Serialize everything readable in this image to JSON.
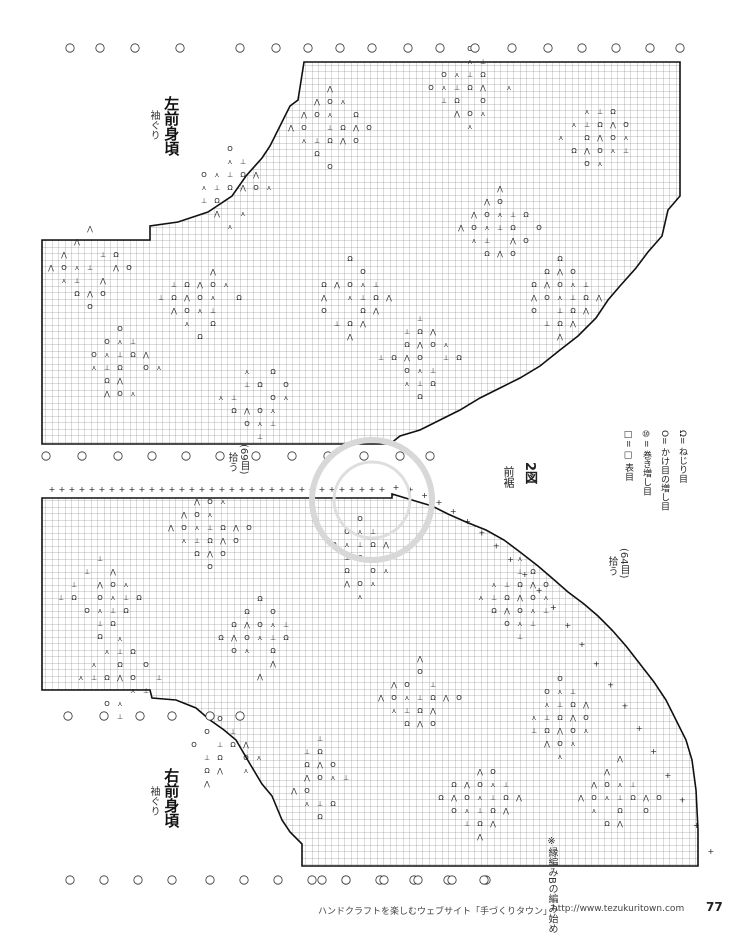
{
  "figure": {
    "number_label": "2図",
    "subtitle": "前裾"
  },
  "left_panel": {
    "title": "左前身頃",
    "subtitle": "袖ぐり",
    "pickup_count": "(69目)",
    "pickup_action": "拾う"
  },
  "right_panel": {
    "title": "右前身頃",
    "subtitle": "袖ぐり",
    "pickup_count": "(64目)",
    "pickup_action": "拾う"
  },
  "legend": [
    {
      "symbol": "Ω",
      "text": "= ねじり目"
    },
    {
      "symbol": "O",
      "text": "= かけ目の増し目"
    },
    {
      "symbol": "⑩",
      "text": "= 巻き増し目"
    },
    {
      "symbol": "□",
      "text": "= □ 表目"
    }
  ],
  "note": "※縁編みBの編み始め",
  "footer": {
    "text": "ハンドクラフトを楽しむウェブサイト「手づくりタウン」",
    "url": "http://www.tezukuritown.com",
    "page": "77"
  },
  "chart_symbols": [
    "Ω",
    "⋀",
    "O",
    "⋏",
    "⊥"
  ],
  "colors": {
    "grid": "#555555",
    "outline": "#111111",
    "background": "#ffffff"
  }
}
